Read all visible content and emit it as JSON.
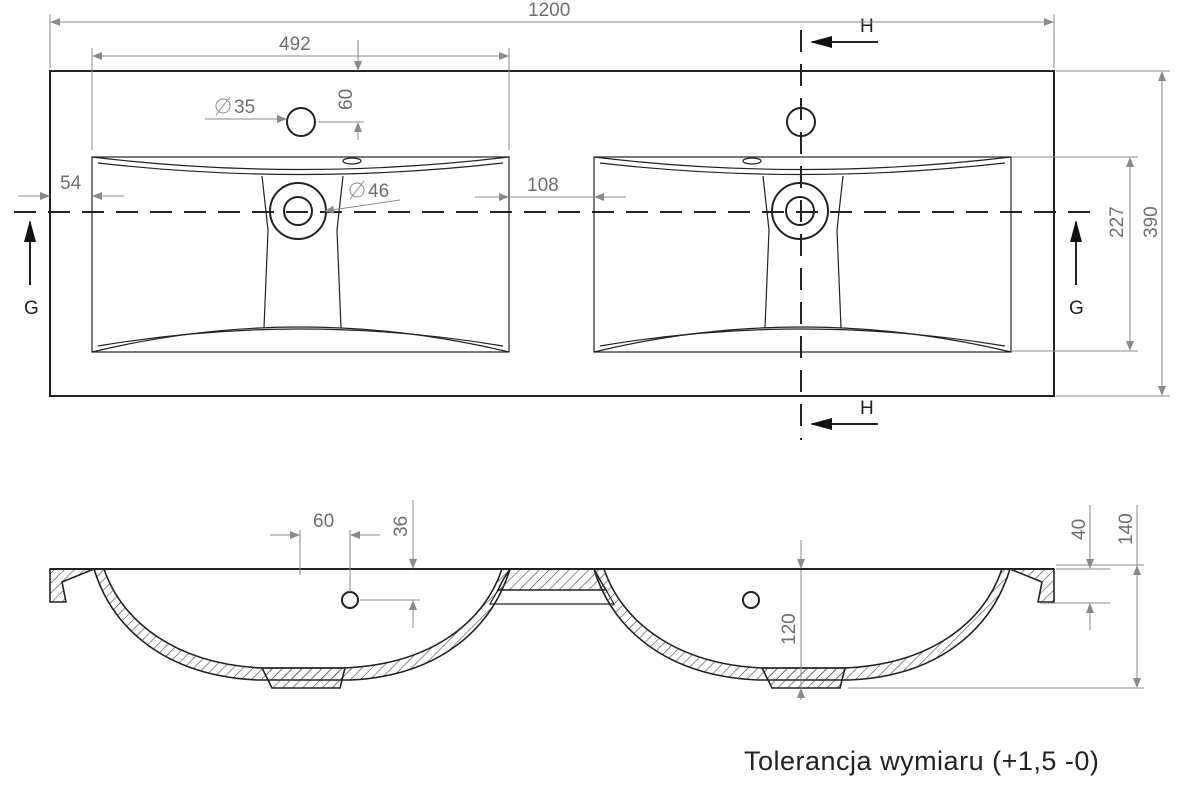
{
  "top_view": {
    "overall_width": "1200",
    "basin_opening": "492",
    "tap_hole_offset": "60",
    "tap_hole_diameter": "35",
    "drain_diameter": "46",
    "side_margin": "54",
    "basin_gap": "108",
    "basin_depth": "227",
    "overall_depth": "390",
    "section_g": "G",
    "section_h": "H"
  },
  "side_view": {
    "tap_spacing": "60",
    "tap_height": "36",
    "rim_thickness": "40",
    "total_height": "140",
    "bowl_depth": "120"
  },
  "note": "Tolerancja wymiaru (+1,5 -0)"
}
